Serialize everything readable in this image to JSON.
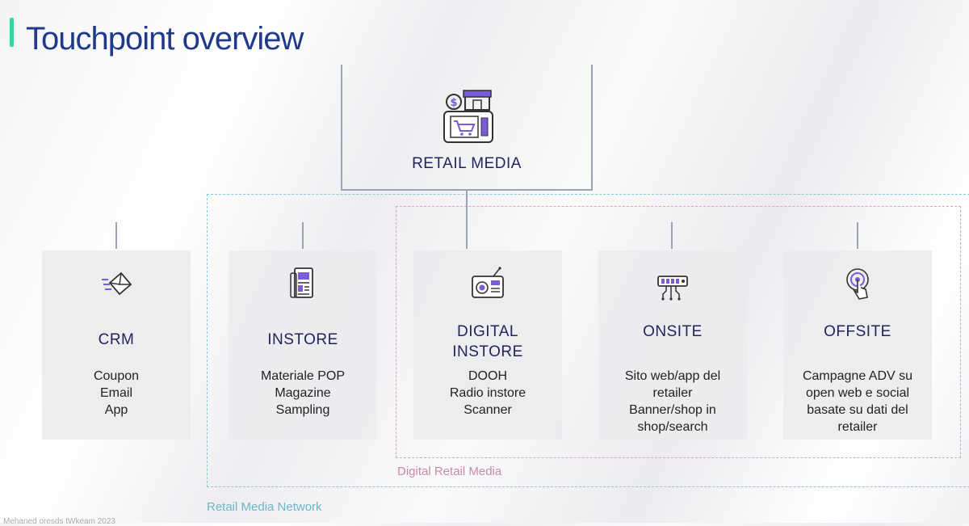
{
  "title": "Touchpoint overview",
  "retail_media": {
    "label": "RETAIL MEDIA",
    "icon": "shop-terminal-icon"
  },
  "groups": {
    "network": "Retail Media Network",
    "digital": "Digital Retail Media"
  },
  "cards": [
    {
      "title": "CRM",
      "icon": "envelope-icon",
      "lines": [
        "Coupon",
        "Email",
        "App"
      ]
    },
    {
      "title": "INSTORE",
      "icon": "newspaper-icon",
      "lines": [
        "Materiale POP",
        "Magazine",
        "Sampling"
      ]
    },
    {
      "title": "DIGITAL\nINSTORE",
      "icon": "radio-icon",
      "lines": [
        "DOOH",
        "Radio instore",
        "Scanner"
      ]
    },
    {
      "title": "ONSITE",
      "icon": "circuit-icon",
      "lines": [
        "Sito web/app del",
        "retailer",
        "Banner/shop in",
        "shop/search"
      ]
    },
    {
      "title": "OFFSITE",
      "icon": "touch-target-icon",
      "lines": [
        "Campagne ADV su",
        "open web e social",
        "basate su dati del",
        "retailer"
      ]
    }
  ],
  "footer": "Mehaned oresds tWkeam 2023",
  "colors": {
    "title": "#1f3a8a",
    "accent": "#3fd0a0",
    "network": "#8ccad2",
    "digital": "#d9a6c0"
  }
}
